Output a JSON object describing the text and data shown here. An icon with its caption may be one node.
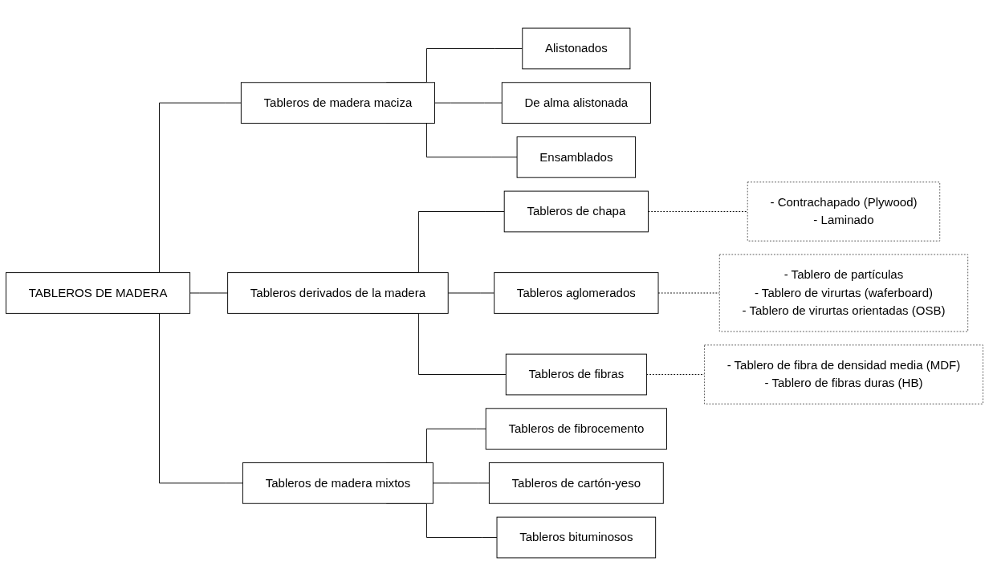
{
  "diagram": {
    "nodes": [
      {
        "text": [
          "TABLEROS DE MADERA"
        ]
      },
      {
        "text": [
          "Tableros de madera maciza"
        ]
      },
      {
        "text": [
          "Alistonados"
        ]
      },
      {
        "text": [
          "De alma alistonada"
        ]
      },
      {
        "text": [
          "Ensamblados"
        ]
      },
      {
        "text": [
          "Tableros derivados de la madera"
        ]
      },
      {
        "text": [
          "Tableros de chapa"
        ]
      },
      {
        "text": [
          "- Contrachapado (Plywood)",
          "- Laminado"
        ]
      },
      {
        "text": [
          "Tableros aglomerados"
        ]
      },
      {
        "text": [
          "- Tablero de partículas",
          "- Tablero de virurtas (waferboard)",
          "- Tablero de virurtas orientadas (OSB)"
        ]
      },
      {
        "text": [
          "Tableros de fibras"
        ]
      },
      {
        "text": [
          "- Tablero de fibra de densidad media (MDF)",
          "- Tablero de fibras duras (HB)"
        ]
      },
      {
        "text": [
          "Tableros de madera mixtos"
        ]
      },
      {
        "text": [
          "Tableros de fibrocemento"
        ]
      },
      {
        "text": [
          "Tableros de cartón-yeso"
        ]
      },
      {
        "text": [
          "Tableros bituminosos"
        ]
      }
    ],
    "edges": [
      {
        "from": 0,
        "to": 1,
        "arrow": "none"
      },
      {
        "from": 0,
        "to": 5,
        "arrow": "none"
      },
      {
        "from": 0,
        "to": 12,
        "arrow": "none"
      },
      {
        "from": 1,
        "to": 2,
        "arrow": "none"
      },
      {
        "from": 1,
        "to": 3,
        "arrow": "none"
      },
      {
        "from": 1,
        "to": 4,
        "arrow": "none"
      },
      {
        "from": 5,
        "to": 6,
        "arrow": "none"
      },
      {
        "from": 5,
        "to": 8,
        "arrow": "none"
      },
      {
        "from": 5,
        "to": 10,
        "arrow": "none"
      },
      {
        "from": 6,
        "to": 7,
        "arrow": "none",
        "style": "dashed"
      },
      {
        "from": 8,
        "to": 9,
        "arrow": "none",
        "style": "dashed"
      },
      {
        "from": 10,
        "to": 11,
        "arrow": "none",
        "style": "dashed"
      },
      {
        "from": 12,
        "to": 13,
        "arrow": "none"
      },
      {
        "from": 12,
        "to": 14,
        "arrow": "none"
      },
      {
        "from": 12,
        "to": 15,
        "arrow": "none"
      }
    ]
  }
}
